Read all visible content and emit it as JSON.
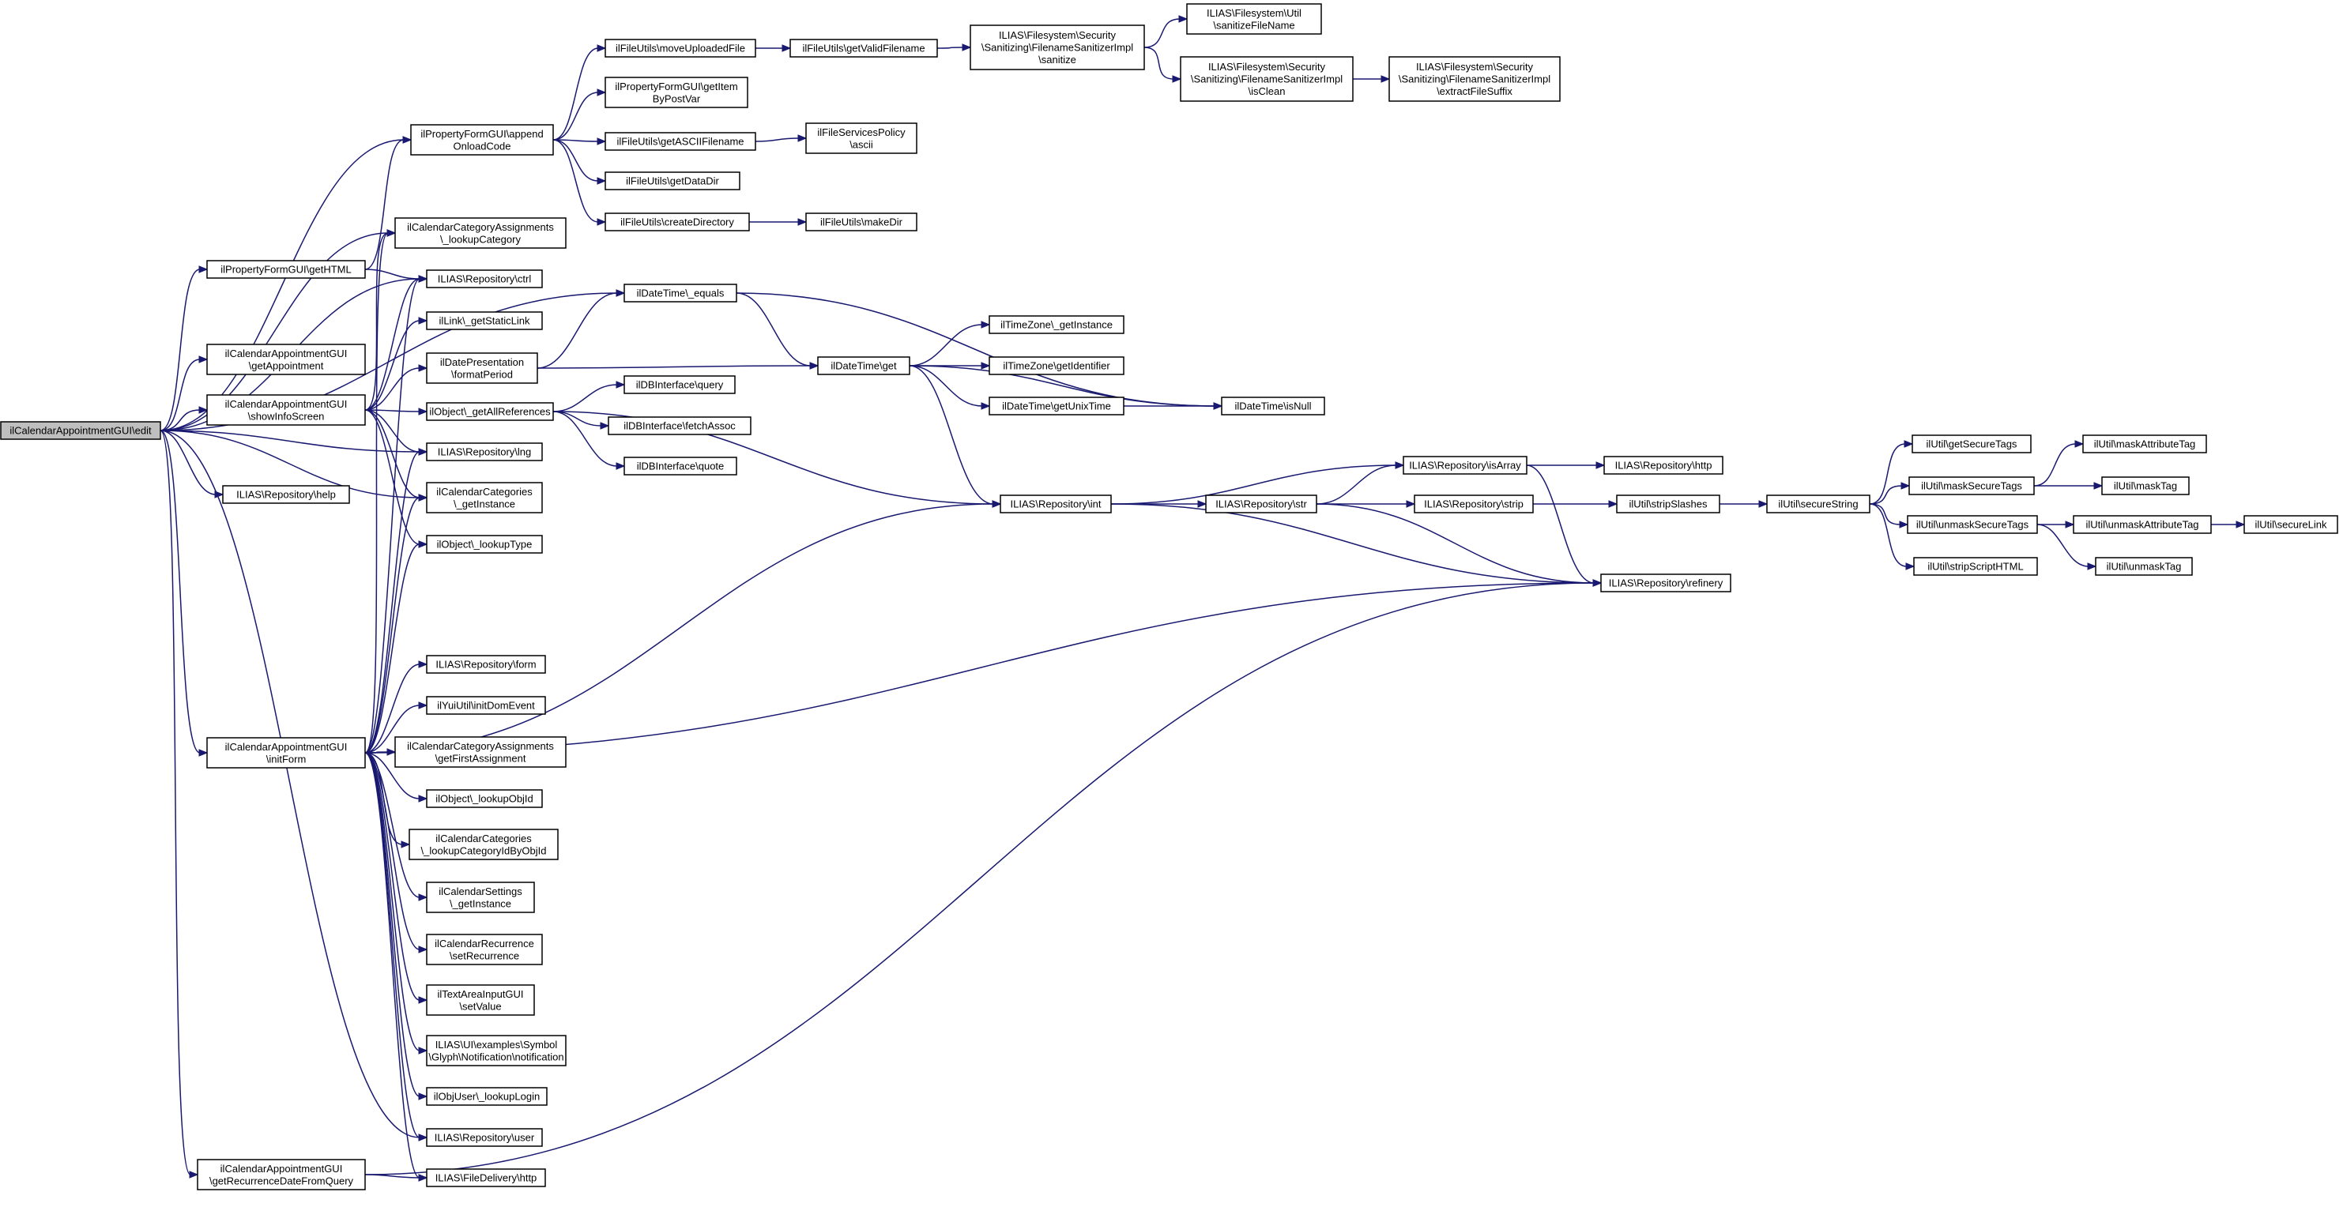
{
  "diagram": {
    "nodes": [
      {
        "id": "n0",
        "lines": [
          "ilCalendarAppointmentGUI\\edit"
        ],
        "root": true
      },
      {
        "id": "n1",
        "lines": [
          "ilPropertyFormGUI\\getHTML"
        ]
      },
      {
        "id": "n2",
        "lines": [
          "ilCalendarAppointmentGUI",
          "\\getAppointment"
        ]
      },
      {
        "id": "n3",
        "lines": [
          "ilCalendarAppointmentGUI",
          "\\showInfoScreen"
        ]
      },
      {
        "id": "n4",
        "lines": [
          "ILIAS\\Repository\\help"
        ]
      },
      {
        "id": "n5",
        "lines": [
          "ilCalendarAppointmentGUI",
          "\\initForm"
        ]
      },
      {
        "id": "n6",
        "lines": [
          "ilCalendarAppointmentGUI",
          "\\getRecurrenceDateFromQuery"
        ]
      },
      {
        "id": "n7",
        "lines": [
          "ilPropertyFormGUI\\append",
          "OnloadCode"
        ]
      },
      {
        "id": "n8",
        "lines": [
          "ilCalendarCategoryAssignments",
          "\\_lookupCategory"
        ]
      },
      {
        "id": "n9",
        "lines": [
          "ILIAS\\Repository\\ctrl"
        ]
      },
      {
        "id": "n10",
        "lines": [
          "ilLink\\_getStaticLink"
        ]
      },
      {
        "id": "n11",
        "lines": [
          "ilDatePresentation",
          "\\formatPeriod"
        ]
      },
      {
        "id": "n12",
        "lines": [
          "ilObject\\_getAllReferences"
        ]
      },
      {
        "id": "n13",
        "lines": [
          "ILIAS\\Repository\\lng"
        ]
      },
      {
        "id": "n14",
        "lines": [
          "ilCalendarCategories",
          "\\_getInstance"
        ]
      },
      {
        "id": "n15",
        "lines": [
          "ilObject\\_lookupType"
        ]
      },
      {
        "id": "n16",
        "lines": [
          "ILIAS\\Repository\\form"
        ]
      },
      {
        "id": "n17",
        "lines": [
          "ilYuiUtil\\initDomEvent"
        ]
      },
      {
        "id": "n18",
        "lines": [
          "ilCalendarCategoryAssignments",
          "\\getFirstAssignment"
        ]
      },
      {
        "id": "n19",
        "lines": [
          "ilObject\\_lookupObjId"
        ]
      },
      {
        "id": "n20",
        "lines": [
          "ilCalendarCategories",
          "\\_lookupCategoryIdByObjId"
        ]
      },
      {
        "id": "n21",
        "lines": [
          "ilCalendarSettings",
          "\\_getInstance"
        ]
      },
      {
        "id": "n22",
        "lines": [
          "ilCalendarRecurrence",
          "\\setRecurrence"
        ]
      },
      {
        "id": "n23",
        "lines": [
          "ilTextAreaInputGUI",
          "\\setValue"
        ]
      },
      {
        "id": "n24",
        "lines": [
          "ILIAS\\UI\\examples\\Symbol",
          "\\Glyph\\Notification\\notification"
        ]
      },
      {
        "id": "n25",
        "lines": [
          "ilObjUser\\_lookupLogin"
        ]
      },
      {
        "id": "n26",
        "lines": [
          "ILIAS\\Repository\\user"
        ]
      },
      {
        "id": "n27",
        "lines": [
          "ILIAS\\FileDelivery\\http"
        ]
      },
      {
        "id": "n28",
        "lines": [
          "ilFileUtils\\moveUploadedFile"
        ]
      },
      {
        "id": "n29",
        "lines": [
          "ilPropertyFormGUI\\getItem",
          "ByPostVar"
        ]
      },
      {
        "id": "n30",
        "lines": [
          "ilFileUtils\\getASCIIFilename"
        ]
      },
      {
        "id": "n31",
        "lines": [
          "ilFileUtils\\getDataDir"
        ]
      },
      {
        "id": "n32",
        "lines": [
          "ilFileUtils\\createDirectory"
        ]
      },
      {
        "id": "n33",
        "lines": [
          "ilDateTime\\_equals"
        ]
      },
      {
        "id": "n34",
        "lines": [
          "ilDBInterface\\query"
        ]
      },
      {
        "id": "n35",
        "lines": [
          "ilDBInterface\\fetchAssoc"
        ]
      },
      {
        "id": "n36",
        "lines": [
          "ilDBInterface\\quote"
        ]
      },
      {
        "id": "n37",
        "lines": [
          "ilFileUtils\\getValidFilename"
        ]
      },
      {
        "id": "n38",
        "lines": [
          "ilFileServicesPolicy",
          "\\ascii"
        ]
      },
      {
        "id": "n39",
        "lines": [
          "ilFileUtils\\makeDir"
        ]
      },
      {
        "id": "n40",
        "lines": [
          "ilDateTime\\get"
        ]
      },
      {
        "id": "n41",
        "lines": [
          "ILIAS\\Filesystem\\Security",
          "\\Sanitizing\\FilenameSanitizerImpl",
          "\\sanitize"
        ]
      },
      {
        "id": "n42",
        "lines": [
          "ilTimeZone\\_getInstance"
        ]
      },
      {
        "id": "n43",
        "lines": [
          "ilTimeZone\\getIdentifier"
        ]
      },
      {
        "id": "n44",
        "lines": [
          "ilDateTime\\getUnixTime"
        ]
      },
      {
        "id": "n45",
        "lines": [
          "ILIAS\\Repository\\int"
        ]
      },
      {
        "id": "n46",
        "lines": [
          "ILIAS\\Filesystem\\Util",
          "\\sanitizeFileName"
        ]
      },
      {
        "id": "n47",
        "lines": [
          "ILIAS\\Filesystem\\Security",
          "\\Sanitizing\\FilenameSanitizerImpl",
          "\\isClean"
        ]
      },
      {
        "id": "n48",
        "lines": [
          "ilDateTime\\isNull"
        ]
      },
      {
        "id": "n49",
        "lines": [
          "ILIAS\\Repository\\str"
        ]
      },
      {
        "id": "n50",
        "lines": [
          "ILIAS\\Filesystem\\Security",
          "\\Sanitizing\\FilenameSanitizerImpl",
          "\\extractFileSuffix"
        ]
      },
      {
        "id": "n51",
        "lines": [
          "ILIAS\\Repository\\isArray"
        ]
      },
      {
        "id": "n52",
        "lines": [
          "ILIAS\\Repository\\strip"
        ]
      },
      {
        "id": "n53",
        "lines": [
          "ILIAS\\Repository\\http"
        ]
      },
      {
        "id": "n54",
        "lines": [
          "ilUtil\\stripSlashes"
        ]
      },
      {
        "id": "n55",
        "lines": [
          "ILIAS\\Repository\\refinery"
        ]
      },
      {
        "id": "n56",
        "lines": [
          "ilUtil\\secureString"
        ]
      },
      {
        "id": "n57",
        "lines": [
          "ilUtil\\getSecureTags"
        ]
      },
      {
        "id": "n58",
        "lines": [
          "ilUtil\\maskSecureTags"
        ]
      },
      {
        "id": "n59",
        "lines": [
          "ilUtil\\unmaskSecureTags"
        ]
      },
      {
        "id": "n60",
        "lines": [
          "ilUtil\\stripScriptHTML"
        ]
      },
      {
        "id": "n61",
        "lines": [
          "ilUtil\\maskAttributeTag"
        ]
      },
      {
        "id": "n62",
        "lines": [
          "ilUtil\\maskTag"
        ]
      },
      {
        "id": "n63",
        "lines": [
          "ilUtil\\unmaskAttributeTag"
        ]
      },
      {
        "id": "n64",
        "lines": [
          "ilUtil\\unmaskTag"
        ]
      },
      {
        "id": "n65",
        "lines": [
          "ilUtil\\secureLink"
        ]
      }
    ],
    "edges": [
      [
        "n0",
        "n1"
      ],
      [
        "n0",
        "n2"
      ],
      [
        "n0",
        "n3"
      ],
      [
        "n0",
        "n4"
      ],
      [
        "n0",
        "n5"
      ],
      [
        "n0",
        "n6"
      ],
      [
        "n0",
        "n7"
      ],
      [
        "n0",
        "n8"
      ],
      [
        "n0",
        "n9"
      ],
      [
        "n0",
        "n13"
      ],
      [
        "n0",
        "n14"
      ],
      [
        "n0",
        "n26"
      ],
      [
        "n0",
        "n33"
      ],
      [
        "n1",
        "n7"
      ],
      [
        "n1",
        "n9"
      ],
      [
        "n3",
        "n8"
      ],
      [
        "n3",
        "n9"
      ],
      [
        "n3",
        "n10"
      ],
      [
        "n3",
        "n11"
      ],
      [
        "n3",
        "n12"
      ],
      [
        "n3",
        "n13"
      ],
      [
        "n3",
        "n14"
      ],
      [
        "n3",
        "n15"
      ],
      [
        "n5",
        "n8"
      ],
      [
        "n5",
        "n9"
      ],
      [
        "n5",
        "n13"
      ],
      [
        "n5",
        "n14"
      ],
      [
        "n5",
        "n15"
      ],
      [
        "n5",
        "n16"
      ],
      [
        "n5",
        "n17"
      ],
      [
        "n5",
        "n18"
      ],
      [
        "n5",
        "n19"
      ],
      [
        "n5",
        "n20"
      ],
      [
        "n5",
        "n21"
      ],
      [
        "n5",
        "n22"
      ],
      [
        "n5",
        "n23"
      ],
      [
        "n5",
        "n24"
      ],
      [
        "n5",
        "n25"
      ],
      [
        "n5",
        "n26"
      ],
      [
        "n5",
        "n27"
      ],
      [
        "n5",
        "n45"
      ],
      [
        "n5",
        "n55"
      ],
      [
        "n6",
        "n27"
      ],
      [
        "n6",
        "n55"
      ],
      [
        "n7",
        "n28"
      ],
      [
        "n7",
        "n29"
      ],
      [
        "n7",
        "n30"
      ],
      [
        "n7",
        "n31"
      ],
      [
        "n7",
        "n32"
      ],
      [
        "n11",
        "n33"
      ],
      [
        "n11",
        "n40"
      ],
      [
        "n12",
        "n34"
      ],
      [
        "n12",
        "n35"
      ],
      [
        "n12",
        "n36"
      ],
      [
        "n12",
        "n45"
      ],
      [
        "n28",
        "n37"
      ],
      [
        "n37",
        "n41"
      ],
      [
        "n41",
        "n46"
      ],
      [
        "n41",
        "n47"
      ],
      [
        "n47",
        "n50"
      ],
      [
        "n30",
        "n38"
      ],
      [
        "n32",
        "n39"
      ],
      [
        "n33",
        "n40"
      ],
      [
        "n33",
        "n48"
      ],
      [
        "n40",
        "n42"
      ],
      [
        "n40",
        "n43"
      ],
      [
        "n40",
        "n44"
      ],
      [
        "n40",
        "n48"
      ],
      [
        "n40",
        "n45"
      ],
      [
        "n44",
        "n48"
      ],
      [
        "n45",
        "n49"
      ],
      [
        "n45",
        "n51"
      ],
      [
        "n45",
        "n55"
      ],
      [
        "n49",
        "n51"
      ],
      [
        "n49",
        "n52"
      ],
      [
        "n49",
        "n55"
      ],
      [
        "n51",
        "n53"
      ],
      [
        "n51",
        "n55"
      ],
      [
        "n52",
        "n54"
      ],
      [
        "n54",
        "n56"
      ],
      [
        "n56",
        "n57"
      ],
      [
        "n56",
        "n58"
      ],
      [
        "n56",
        "n59"
      ],
      [
        "n56",
        "n60"
      ],
      [
        "n58",
        "n61"
      ],
      [
        "n58",
        "n62"
      ],
      [
        "n59",
        "n63"
      ],
      [
        "n59",
        "n64"
      ],
      [
        "n63",
        "n65"
      ]
    ]
  }
}
